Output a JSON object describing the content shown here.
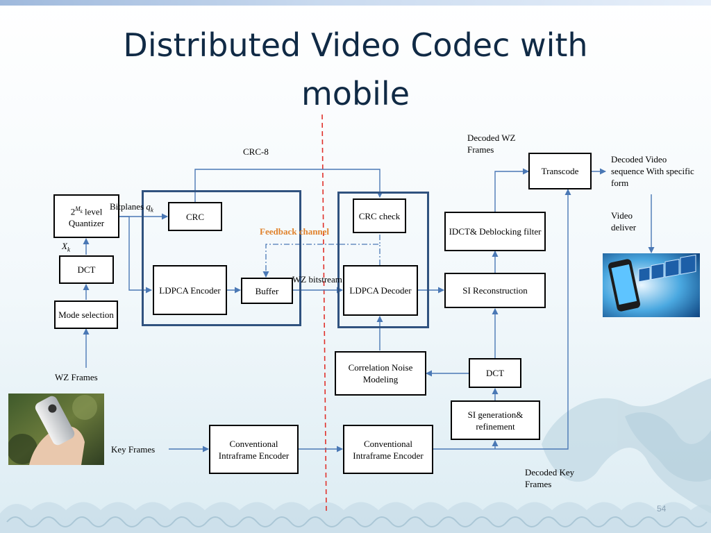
{
  "title": "Distributed Video Codec with mobile",
  "page_number": "54",
  "blocks": {
    "quantizer_pre": "2",
    "quantizer_sup": "M",
    "quantizer_sub": "k",
    "quantizer_post": " level",
    "quantizer_line2": "Quantizer",
    "dct_left": "DCT",
    "mode_selection": "Mode selection",
    "crc": "CRC",
    "ldpca_encoder": "LDPCA Encoder",
    "buffer": "Buffer",
    "crc_check": "CRC check",
    "ldpca_decoder": "LDPCA Decoder",
    "correlation_noise": "Correlation Noise Modeling",
    "idct_deblocking": "IDCT& Deblocking filter",
    "si_reconstruction": "SI Reconstruction",
    "transcode": "Transcode",
    "dct_right": "DCT",
    "si_generation": "SI generation& refinement",
    "intra_encoder": "Conventional Intraframe Encoder",
    "intra_decoder": "Conventional Intraframe Encoder"
  },
  "labels": {
    "xk_main": "X",
    "xk_sub": "k",
    "bitplanes": "Bitplanes ",
    "qk_main": "q",
    "qk_sub": "k",
    "crc8": "CRC-8",
    "feedback": "Feedback channel",
    "wz_bitstream": "WZ bitstream",
    "decoded_wz_frames": "Decoded WZ Frames",
    "decoded_video_seq": "Decoded Video sequence With specific form",
    "video_deliver": "Video deliver",
    "wz_frames": "WZ Frames",
    "key_frames": "Key Frames",
    "decoded_key_frames": "Decoded Key Frames"
  },
  "colors": {
    "arrow": "#4a78b5",
    "group_border": "#30527f",
    "divider": "#e0302a",
    "feedback": "#e0822c",
    "title": "#102a45"
  }
}
